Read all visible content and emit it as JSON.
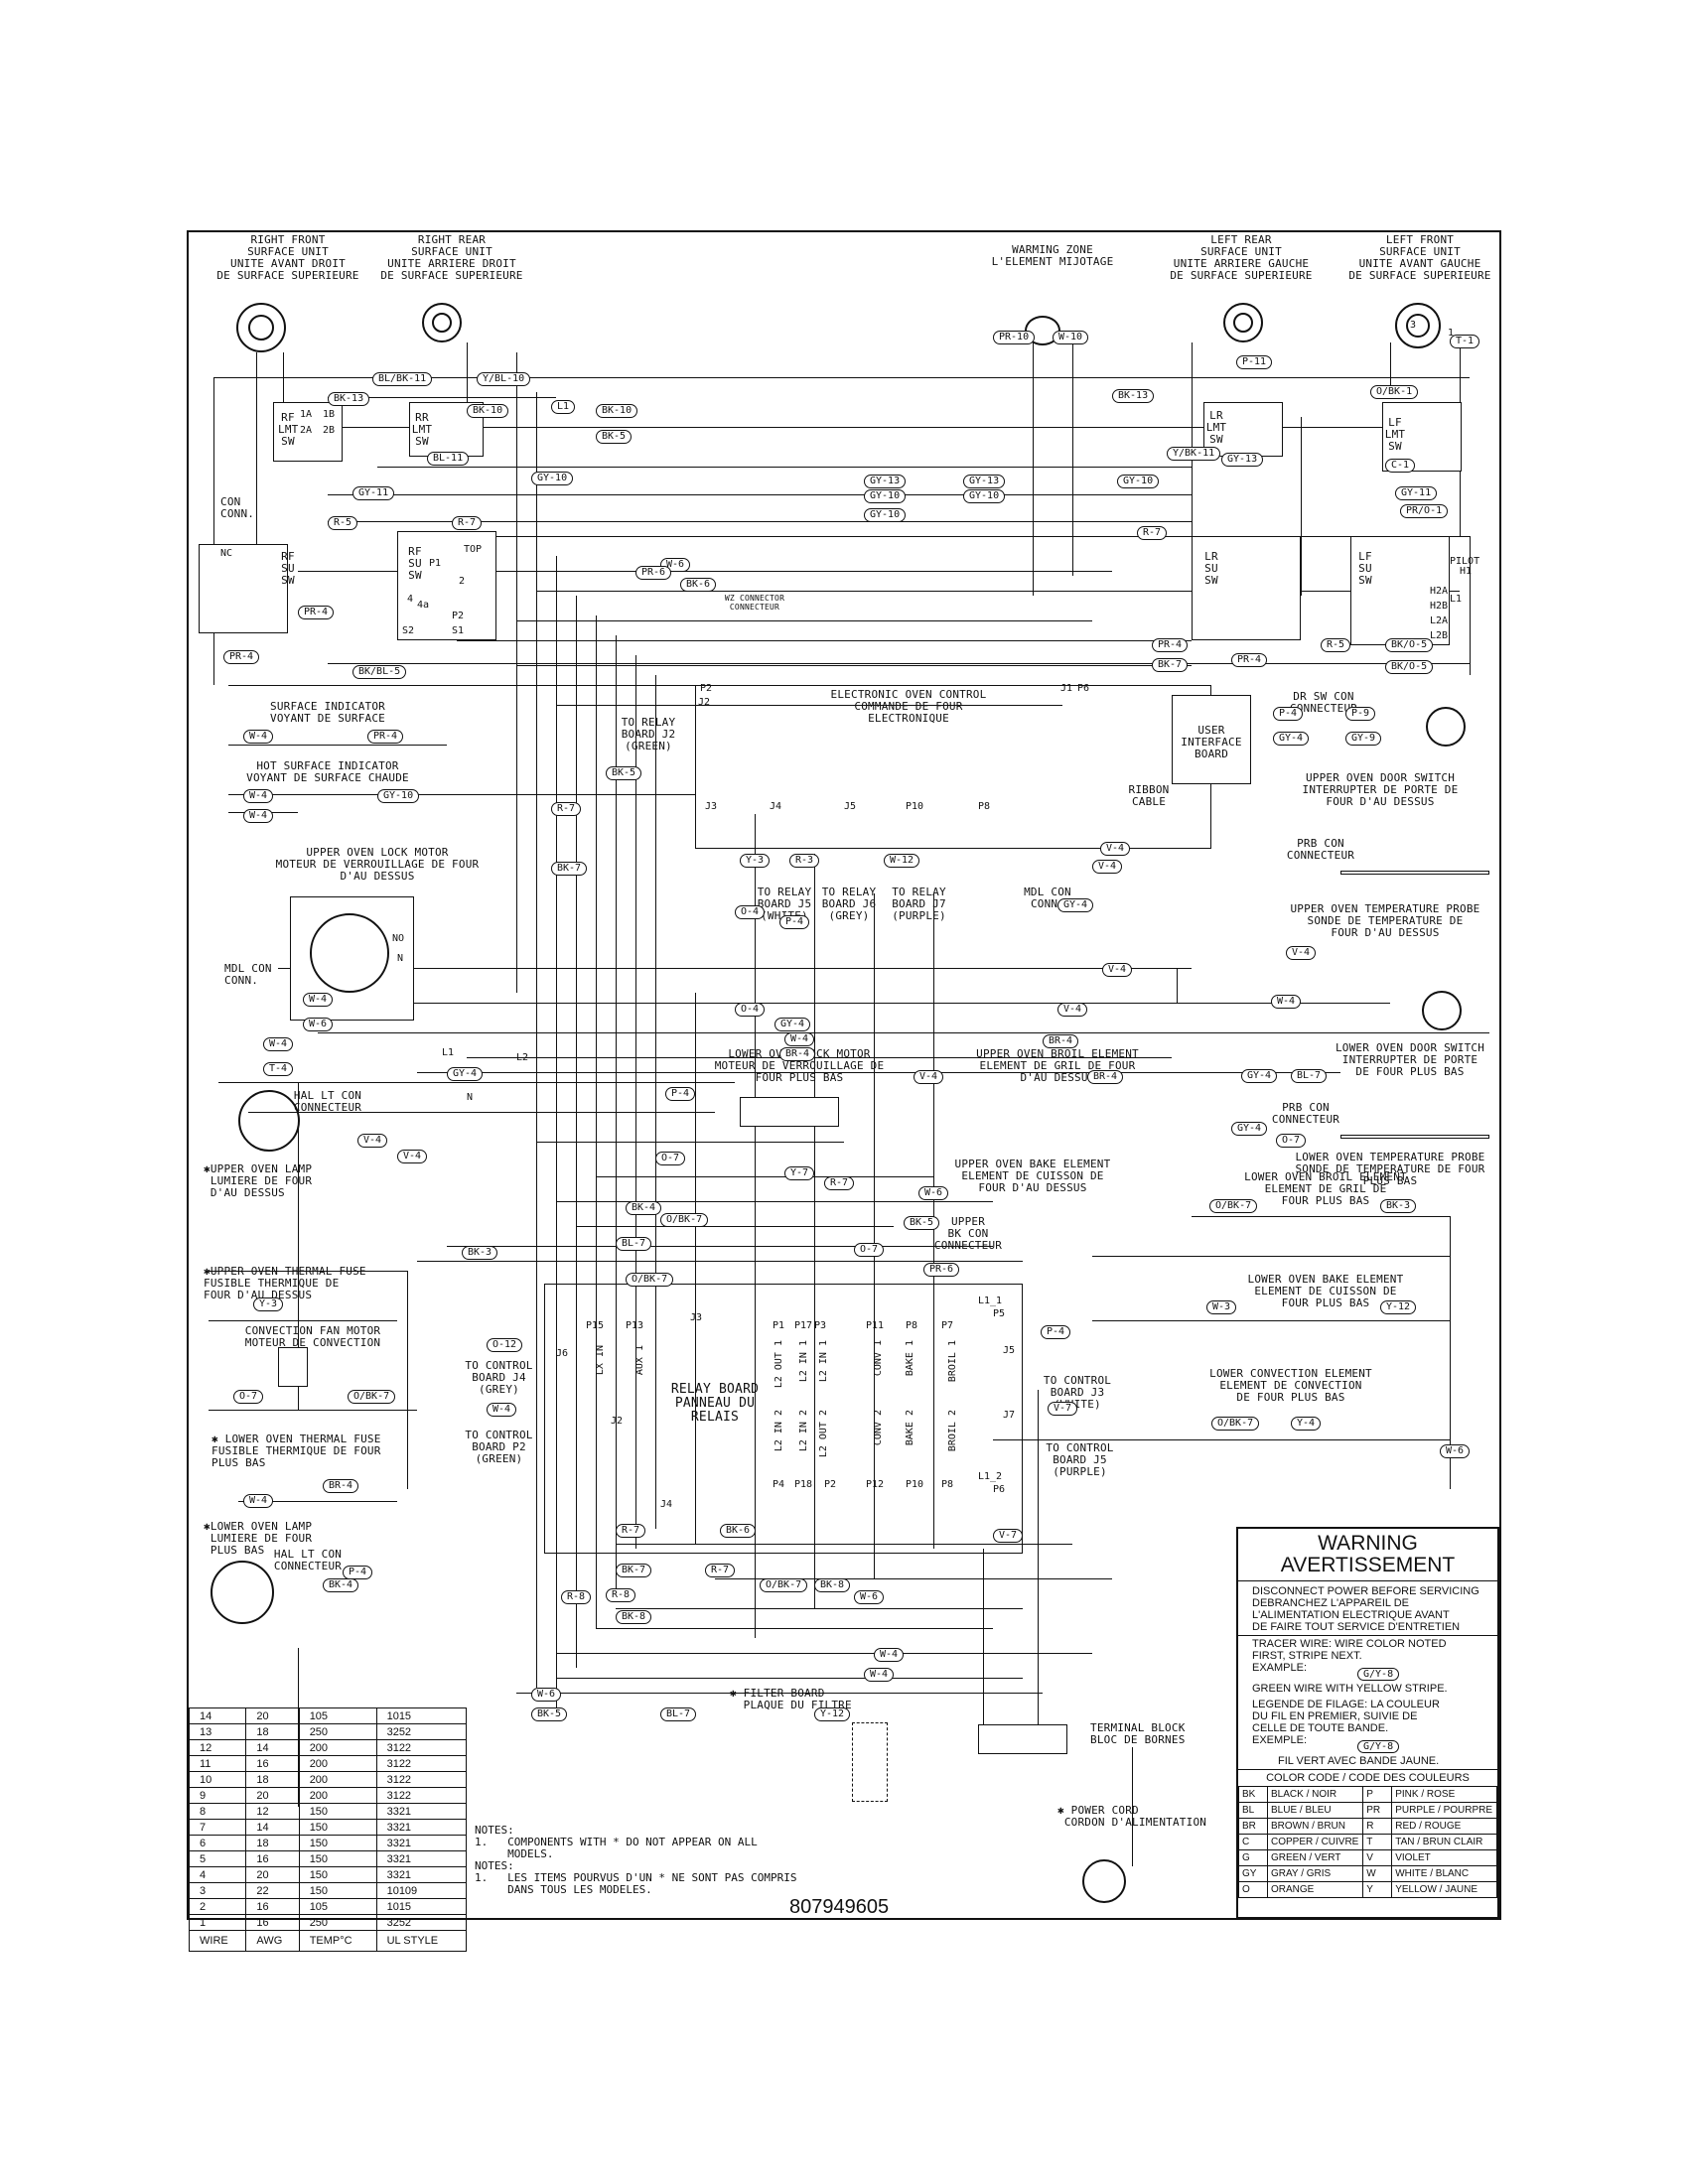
{
  "units": {
    "right_front": "RIGHT FRONT\nSURFACE UNIT\nUNITE AVANT DROIT\nDE SURFACE SUPERIEURE",
    "right_rear": "RIGHT REAR\nSURFACE UNIT\nUNITE ARRIERE DROIT\nDE SURFACE SUPERIEURE",
    "warming": "WARMING ZONE\nL'ELEMENT MIJOTAGE",
    "left_rear": "LEFT REAR\nSURFACE UNIT\nUNITE ARRIERE GAUCHE\nDE SURFACE SUPERIEURE",
    "left_front": "LEFT FRONT\nSURFACE UNIT\nUNITE AVANT GAUCHE\nDE SURFACE SUPERIEURE"
  },
  "labels": {
    "rf_lmt": "RF\nLMT\nSW",
    "rr_lmt": "RR\nLMT\nSW",
    "lr_lmt": "LR\nLMT\nSW",
    "lf_lmt": "LF\nLMT\nSW",
    "rf_su": "RF\nSU\nSW",
    "rf_su2": "RF\nSU\nSW",
    "lr_su": "LR\nSU\nSW",
    "lf_su": "LF\nSU\nSW",
    "con_conn": "CON\nCONN.",
    "wz_connector": "WZ CONNECTOR\nCONNECTEUR",
    "surface_indicator": "SURFACE INDICATOR\nVOYANT DE SURFACE",
    "hot_surface": "HOT SURFACE INDICATOR\nVOYANT DE SURFACE CHAUDE",
    "eoc": "ELECTRONIC OVEN CONTROL\nCOMMANDE DE FOUR\nELECTRONIQUE",
    "to_relay_j2": "TO RELAY\nBOARD J2\n(GREEN)",
    "user_interface": "USER\nINTERFACE\nBOARD",
    "ribbon_cable": "RIBBON\nCABLE",
    "dr_sw_con": "DR SW CON\nCONNECTEUR",
    "upper_door_switch": "UPPER OVEN DOOR SWITCH\nINTERRUPTER DE PORTE DE\nFOUR D'AU DESSUS",
    "upper_lock_motor": "UPPER OVEN LOCK MOTOR\nMOTEUR DE VERROUILLAGE DE FOUR\nD'AU DESSUS",
    "to_relay_j5": "TO RELAY\nBOARD J5\n(WHITE)",
    "to_relay_j6": "TO RELAY\nBOARD J6\n(GREY)",
    "to_relay_j7": "TO RELAY\nBOARD J7\n(PURPLE)",
    "mdl_con": "MDL CON\nCONN.",
    "mdl_con2": "MDL CON\nCONN.",
    "prb_con": "PRB CON\nCONNECTEUR",
    "prb_con2": "PRB CON\nCONNECTEUR",
    "upper_temp_probe": "UPPER OVEN TEMPERATURE PROBE\nSONDE DE TEMPERATURE DE\nFOUR D'AU DESSUS",
    "lower_door_switch": "LOWER OVEN DOOR SWITCH\nINTERRUPTER DE PORTE\nDE FOUR PLUS BAS",
    "lower_lock_motor": "LOWER OVEN LOCK MOTOR\nMOTEUR DE VERROUILLAGE DE\nFOUR PLUS BAS",
    "upper_broil": "UPPER OVEN BROIL ELEMENT\nELEMENT DE GRIL DE FOUR\nD'AU DESSUS",
    "hal_lt_con": "HAL LT CON\nCONNECTEUR",
    "hal_lt_con2": "HAL LT CON\nCONNECTEUR",
    "upper_lamp": "✱UPPER OVEN LAMP\n LUMIERE DE FOUR\n D'AU DESSUS",
    "lower_temp_probe": "LOWER OVEN TEMPERATURE PROBE\nSONDE DE TEMPERATURE DE FOUR\nPLUS BAS",
    "upper_bake": "UPPER OVEN BAKE ELEMENT\nELEMENT DE CUISSON DE\nFOUR D'AU DESSUS",
    "upper_bk_con": "UPPER\nBK CON\nCONNECTEUR",
    "lower_broil": "LOWER OVEN BROIL ELEMENT\nELEMENT DE GRIL DE\nFOUR PLUS BAS",
    "upper_thermal_fuse": "✱UPPER OVEN THERMAL FUSE\nFUSIBLE THERMIQUE DE\nFOUR D'AU DESSUS",
    "lower_bake": "LOWER OVEN BAKE ELEMENT\nELEMENT DE CUISSON DE\nFOUR PLUS BAS",
    "conv_fan": "CONVECTION FAN MOTOR\nMOTEUR DE CONVECTION",
    "to_control_j4": "TO CONTROL\nBOARD J4\n(GREY)",
    "relay_board": "RELAY BOARD\nPANNEAU DU\nRELAIS",
    "to_control_j3": "TO CONTROL\nBOARD J3\n(WHITE)",
    "lower_conv": "LOWER CONVECTION ELEMENT\nELEMENT DE CONVECTION\nDE FOUR PLUS BAS",
    "to_control_j5": "TO CONTROL\nBOARD J5\n(PURPLE)",
    "to_control_p2": "TO CONTROL\nBOARD P2\n(GREEN)",
    "lower_thermal_fuse": "✱ LOWER OVEN THERMAL FUSE\nFUSIBLE THERMIQUE DE FOUR\nPLUS BAS",
    "lower_lamp": "✱LOWER OVEN LAMP\n LUMIERE DE FOUR\n PLUS BAS",
    "filter_board": "✱ FILTER BOARD\n  PLAQUE DU FILTRE",
    "terminal_block": "TERMINAL BLOCK\nBLOC DE BORNES",
    "power_cord": "✱ POWER CORD\n CORDON D'ALIMENTATION"
  },
  "wire_tags": [
    "BL/BK-11",
    "Y/BL-10",
    "BK-13",
    "BK-10",
    "L1",
    "BK-10",
    "BK-5",
    "BL-11",
    "GY-10",
    "GY-11",
    "R-5",
    "R-7",
    "W-6",
    "PR-6",
    "BK-6",
    "PR-4",
    "BK/BL-5",
    "PR-4",
    "W-4",
    "PR-4",
    "W-4",
    "GY-10",
    "W-4",
    "PR-10",
    "W-10",
    "BK-13",
    "P-11",
    "O/BK-1",
    "T-1",
    "Y/BK-11",
    "GY-13",
    "C-1",
    "GY-10",
    "GY-13",
    "GY-10",
    "GY-10",
    "GY-13",
    "GY-10",
    "GY-11",
    "PR/O-1",
    "R-7",
    "R-5",
    "BK/O-5",
    "PR-4",
    "BK-7",
    "PR-4",
    "BK/O-5",
    "P-4",
    "P-9",
    "GY-4",
    "GY-9",
    "BK-5",
    "R-7",
    "BK-7",
    "Y-3",
    "R-3",
    "W-12",
    "V-4",
    "V-4",
    "O-4",
    "P-4",
    "GY-4",
    "V-4",
    "V-4",
    "O-4",
    "GY-4",
    "BR-4",
    "W-4",
    "W-4",
    "W-6",
    "W-4",
    "T-4",
    "GY-4",
    "V-4",
    "V-4",
    "P-4",
    "GY-4",
    "GY-4",
    "O-7",
    "BL-7",
    "V-4",
    "V-4",
    "BR-4",
    "W-4",
    "BR-4",
    "O-7",
    "Y-7",
    "R-7",
    "W-6",
    "BK-5",
    "BK-4",
    "O/BK-7",
    "PR-6",
    "BL-7",
    "O-7",
    "O/BK-7",
    "O/BK-7",
    "BK-3",
    "BK-3",
    "Y-3",
    "W-3",
    "Y-12",
    "O-12",
    "W-4",
    "P-4",
    "V-7",
    "O-7",
    "O/BK-7",
    "O/BK-7",
    "Y-4",
    "W-6",
    "BR-4",
    "W-4",
    "P-4",
    "BK-4",
    "R-7",
    "BK-6",
    "BK-7",
    "R-7",
    "O/BK-7",
    "R-8",
    "R-8",
    "BK-8",
    "BK-8",
    "W-6",
    "W-4",
    "W-4",
    "W-6",
    "BK-5",
    "BL-7",
    "Y-12",
    "V-7"
  ],
  "relay_pins": {
    "top": [
      "P15",
      "P13",
      "J3",
      "P1",
      "P17",
      "P3",
      "P11",
      "P8",
      "P7",
      "L1_1",
      "P5"
    ],
    "top_names": [
      "LX IN",
      "AUX 1",
      "L2 OUT 1",
      "L2 IN 1",
      "L2 IN 1",
      "CONV 1",
      "BAKE 1",
      "BROIL 1"
    ],
    "bottom": [
      "P4",
      "P18",
      "P2",
      "P12",
      "P10",
      "P8",
      "L1_2",
      "P6",
      "J4",
      "J6",
      "J2",
      "J5",
      "J7"
    ],
    "bottom_names": [
      "L2 IN 2",
      "L2 IN 2",
      "L2 OUT 2",
      "CONV 2",
      "BAKE 2",
      "BROIL 2"
    ]
  },
  "eoc_pins": [
    "P2",
    "J2",
    "J1",
    "P6",
    "J3",
    "J4",
    "J5",
    "P10",
    "P8"
  ],
  "switch_pins": [
    "1A",
    "2A",
    "1B",
    "2B",
    "TOP",
    "P1",
    "P2",
    "S1",
    "S2",
    "2",
    "4",
    "4a",
    "H2A",
    "H2B",
    "L2A",
    "L2B",
    "L1",
    "H1",
    "PILOT",
    "1",
    "3",
    "NC",
    "NO",
    "N",
    "L1",
    "L2",
    "N"
  ],
  "warning": {
    "title1": "WARNING",
    "title2": "AVERTISSEMENT",
    "disconnect": "DISCONNECT POWER BEFORE SERVICING\nDEBRANCHEZ L'APPAREIL DE\nL'ALIMENTATION ELECTRIQUE AVANT\nDE FAIRE TOUT SERVICE D'ENTRETIEN",
    "tracer": "TRACER WIRE: WIRE COLOR NOTED\nFIRST, STRIPE NEXT.\nEXAMPLE:",
    "example_tag": "G/Y-8",
    "green_wire": "GREEN WIRE WITH YELLOW STRIPE.",
    "legende": "LEGENDE DE FILAGE: LA COULEUR\nDU FIL EN PREMIER, SUIVIE DE\nCELLE DE TOUTE BANDE.\nEXEMPLE:",
    "fil_vert": "FIL VERT AVEC BANDE JAUNE.",
    "color_code_title": "COLOR CODE / CODE DES COULEURS",
    "colors": [
      [
        "BK",
        "BLACK / NOIR",
        "P",
        "PINK / ROSE"
      ],
      [
        "BL",
        "BLUE / BLEU",
        "PR",
        "PURPLE / POURPRE"
      ],
      [
        "BR",
        "BROWN / BRUN",
        "R",
        "RED / ROUGE"
      ],
      [
        "C",
        "COPPER / CUIVRE",
        "T",
        "TAN / BRUN CLAIR"
      ],
      [
        "G",
        "GREEN / VERT",
        "V",
        "VIOLET"
      ],
      [
        "GY",
        "GRAY / GRIS",
        "W",
        "WHITE / BLANC"
      ],
      [
        "O",
        "ORANGE",
        "Y",
        "YELLOW / JAUNE"
      ]
    ]
  },
  "wire_table": {
    "headers": [
      "WIRE",
      "AWG",
      "TEMP°C",
      "UL STYLE"
    ],
    "rows": [
      [
        "14",
        "20",
        "105",
        "1015"
      ],
      [
        "13",
        "18",
        "250",
        "3252"
      ],
      [
        "12",
        "14",
        "200",
        "3122"
      ],
      [
        "11",
        "16",
        "200",
        "3122"
      ],
      [
        "10",
        "18",
        "200",
        "3122"
      ],
      [
        "9",
        "20",
        "200",
        "3122"
      ],
      [
        "8",
        "12",
        "150",
        "3321"
      ],
      [
        "7",
        "14",
        "150",
        "3321"
      ],
      [
        "6",
        "18",
        "150",
        "3321"
      ],
      [
        "5",
        "16",
        "150",
        "3321"
      ],
      [
        "4",
        "20",
        "150",
        "3321"
      ],
      [
        "3",
        "22",
        "150",
        "10109"
      ],
      [
        "2",
        "16",
        "105",
        "1015"
      ],
      [
        "1",
        "16",
        "250",
        "3252"
      ]
    ]
  },
  "notes": "NOTES:\n1.   COMPONENTS WITH * DO NOT APPEAR ON ALL\n     MODELS.\nNOTES:\n1.   LES ITEMS POURVUS D'UN * NE SONT PAS COMPRIS\n     DANS TOUS LES MODELES.",
  "doc_number": "807949605"
}
